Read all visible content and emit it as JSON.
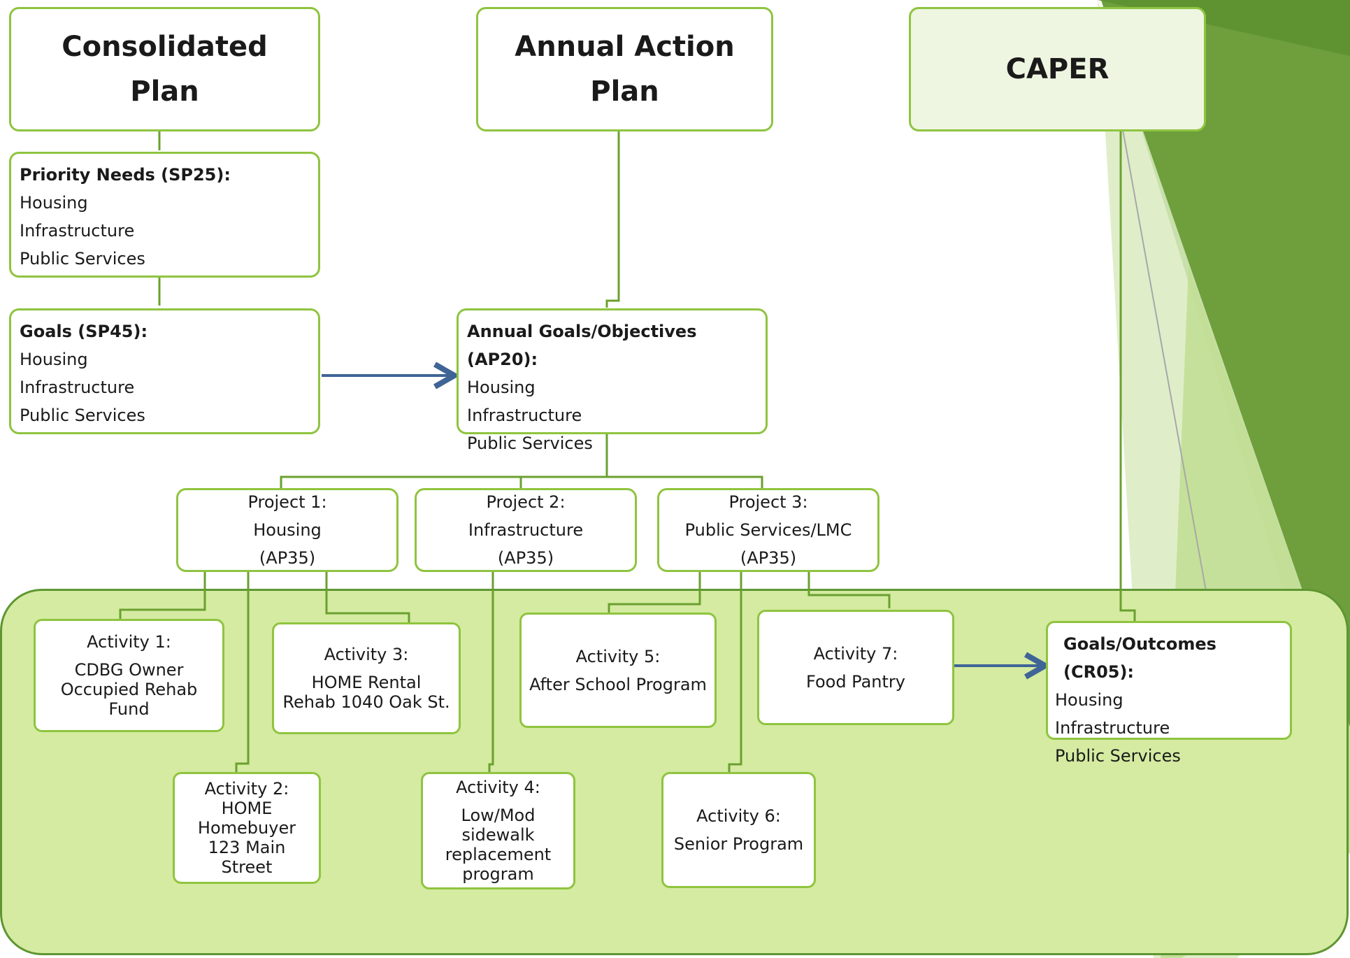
{
  "top": {
    "consolidated_plan": [
      "Consolidated",
      "Plan"
    ],
    "annual_action_plan": "Annual Action Plan",
    "caper": "CAPER"
  },
  "priority_needs": {
    "heading": "Priority Needs (SP25):",
    "items": [
      "Housing",
      "Infrastructure",
      "Public Services"
    ]
  },
  "goals": {
    "heading": "Goals (SP45):",
    "items": [
      "Housing",
      "Infrastructure",
      "Public Services"
    ]
  },
  "annual_goals": {
    "heading": "Annual Goals/Objectives (AP20):",
    "items": [
      "Housing",
      "Infrastructure",
      "Public Services"
    ]
  },
  "projects": [
    [
      "Project 1:",
      "Housing",
      "(AP35)"
    ],
    [
      "Project 2:",
      "Infrastructure",
      "(AP35)"
    ],
    [
      "Project 3:",
      "Public Services/LMC",
      "(AP35)"
    ]
  ],
  "activities": {
    "a1": [
      "Activity 1:",
      "CDBG Owner",
      "Occupied Rehab",
      "Fund"
    ],
    "a2": [
      "Activity 2:",
      "HOME",
      "Homebuyer",
      "123 Main",
      "Street"
    ],
    "a3": [
      "Activity 3:",
      "HOME Rental",
      "Rehab 1040 Oak St."
    ],
    "a4": [
      "Activity 4:",
      "Low/Mod",
      "sidewalk",
      "replacement",
      "program"
    ],
    "a5": [
      "Activity 5:",
      "After School Program"
    ],
    "a6": [
      "Activity 6:",
      "Senior Program"
    ],
    "a7": [
      "Activity 7:",
      "Food Pantry"
    ]
  },
  "outcomes": {
    "heading": "Goals/Outcomes (CR05):",
    "items": [
      "Housing",
      "Infrastructure",
      "Public Services"
    ]
  },
  "colors": {
    "box_border": "#8fc43f",
    "region_fill": "#d4eba1",
    "region_border": "#5e9632",
    "connector": "#6aa030",
    "arrow": "#3f6496",
    "decor_dark": "#6e9f3c",
    "decor_light": "#d9ebc0"
  }
}
